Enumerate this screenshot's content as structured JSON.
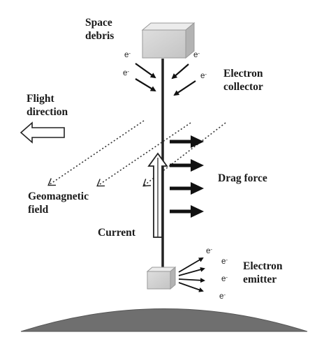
{
  "labels": {
    "space_debris": [
      "Space",
      "debris"
    ],
    "electron_collector": [
      "Electron",
      "collector"
    ],
    "flight_direction": [
      "Flight",
      "direction"
    ],
    "drag_force": "Drag force",
    "geomagnetic_field": [
      "Geomagnetic",
      "field"
    ],
    "current": "Current",
    "electron_emitter": [
      "Electron",
      "emitter"
    ]
  },
  "electron_symbol": "e",
  "electron_charge": "-"
}
